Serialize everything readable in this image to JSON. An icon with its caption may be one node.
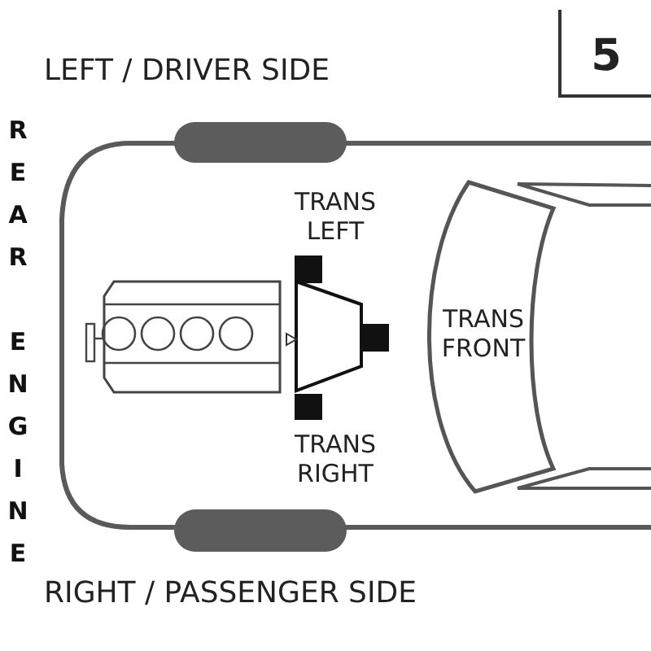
{
  "diagram": {
    "nodes": [
      {
        "text": [
          "5"
        ]
      }
    ],
    "labels": [
      "LEFT / DRIVER SIDE",
      "REAR ENGINE",
      "TRANS LEFT",
      "TRANS FRONT",
      "TRANS RIGHT",
      "RIGHT / PASSENGER SIDE"
    ]
  }
}
